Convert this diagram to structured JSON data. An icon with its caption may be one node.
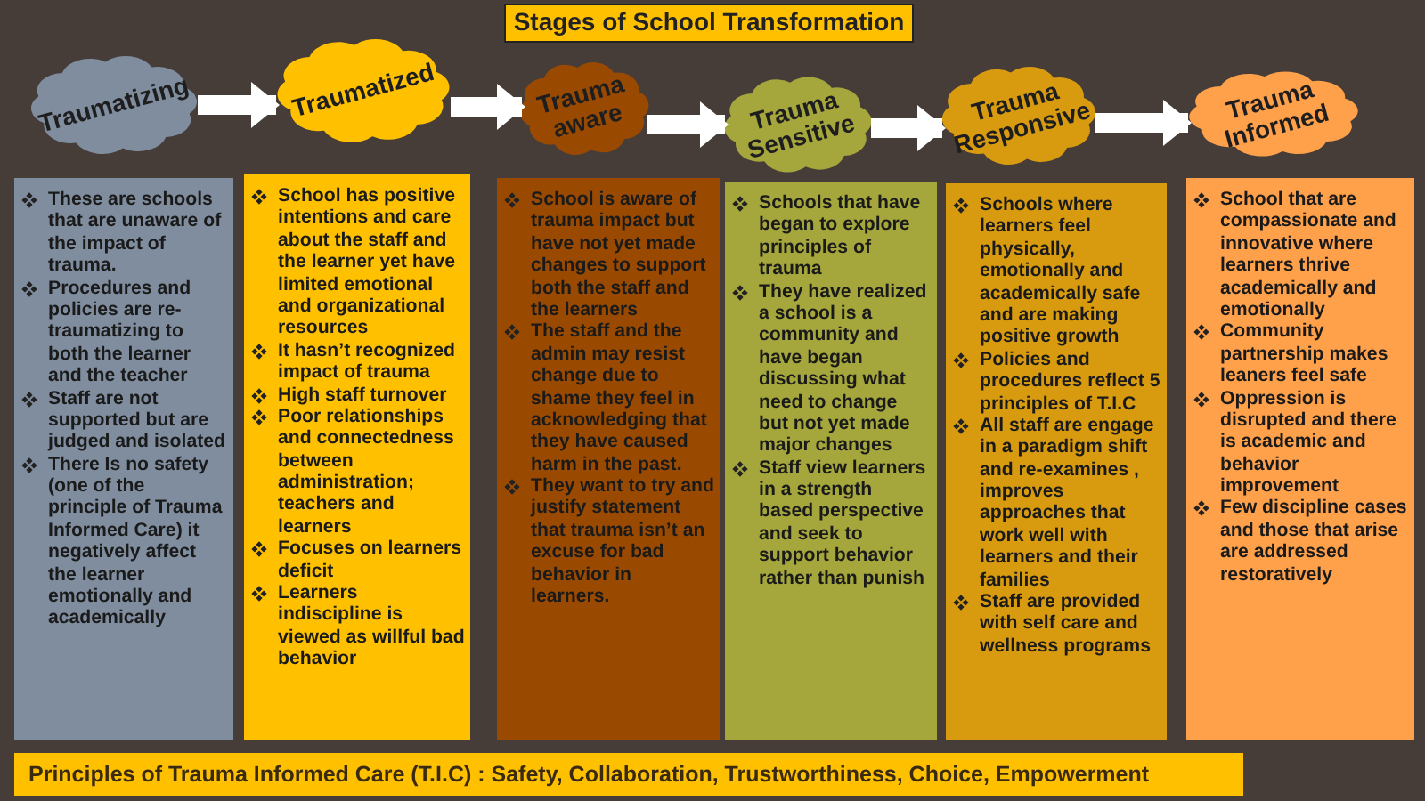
{
  "diagram": {
    "title": "Stages of School Transformation",
    "caption": "Principles of Trauma Informed Care (T.I.C) : Safety, Collaboration, Trustworthiness, Choice, Empowerment",
    "nodes": [
      {
        "text": [
          "Traumatizing"
        ]
      },
      {
        "text": [
          "These are schools that are unaware of the impact of trauma.",
          "Procedures and policies are re-traumatizing to both the learner and the teacher",
          "Staff are not supported but are judged and isolated",
          "There Is no safety (one of the principle of Trauma Informed Care) it negatively affect the learner emotionally and academically"
        ]
      },
      {
        "text": [
          "Traumatized"
        ]
      },
      {
        "text": [
          "School has positive intentions and care about the staff and the learner yet have limited emotional and organizational resources",
          "It hasn’t recognized impact of trauma",
          "High staff turnover",
          "Poor relationships and connectedness between administration; teachers and learners",
          "Focuses on learners deficit",
          "Learners indiscipline is viewed as willful bad behavior"
        ]
      },
      {
        "text": [
          "Trauma aware"
        ]
      },
      {
        "text": [
          "School is aware of trauma impact but have not yet made changes to support both the staff and the learners",
          "The staff and the admin may resist change due to shame they feel in acknowledging that they have caused harm in the past.",
          "They want to try and justify statement that trauma isn’t an excuse for bad behavior in learners."
        ]
      },
      {
        "text": [
          "Trauma Sensitive"
        ]
      },
      {
        "text": [
          "Schools that have began to explore principles of trauma",
          "They have realized a school is a community and have began discussing what need to change but not yet made major changes",
          "Staff view learners in a strength based perspective and seek to support behavior rather than punish"
        ]
      },
      {
        "text": [
          "Trauma Responsive"
        ]
      },
      {
        "text": [
          "Schools where learners feel physically, emotionally and academically safe and are making positive growth",
          "Policies and procedures reflect 5 principles of T.I.C",
          "All staff are engage in a paradigm shift and re-examines , improves approaches that work well with learners and their families",
          "Staff are provided with self care and wellness programs"
        ]
      },
      {
        "text": [
          "Trauma Informed"
        ]
      },
      {
        "text": [
          "School that are compassionate and innovative where learners thrive academically and emotionally",
          "Community partnership makes leaners feel safe",
          "Oppression is disrupted and there is academic and behavior improvement",
          "Few discipline cases and those that arise are addressed restoratively"
        ]
      }
    ],
    "edges": [
      {
        "from": 0,
        "to": 2,
        "arrow": "to"
      },
      {
        "from": 2,
        "to": 4,
        "arrow": "to"
      },
      {
        "from": 4,
        "to": 6,
        "arrow": "to"
      },
      {
        "from": 6,
        "to": 8,
        "arrow": "to"
      },
      {
        "from": 8,
        "to": 10,
        "arrow": "to"
      }
    ]
  }
}
